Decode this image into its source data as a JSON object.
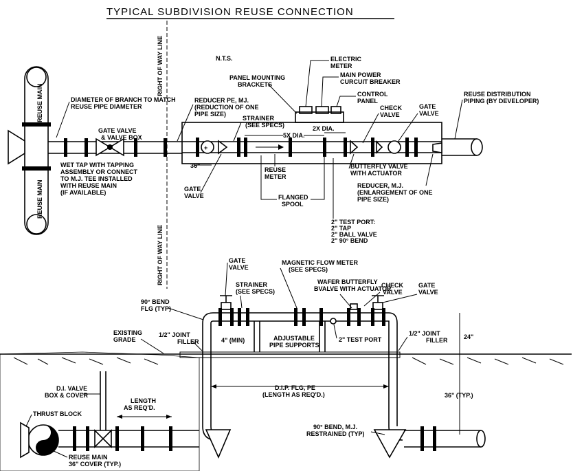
{
  "title": "TYPICAL SUBDIVISION REUSE CONNECTION",
  "nts": "N.T.S.",
  "row_line": "RIGHT OF WAY LINE",
  "reuse_main": "REUSE MAIN",
  "plan": {
    "branch_diameter": [
      "DIAMETER OF BRANCH TO MATCH",
      "REUSE PIPE DIAMETER"
    ],
    "gate_valve_box": [
      "GATE VALVE",
      "& VALVE BOX"
    ],
    "wet_tap": [
      "WET TAP WITH TAPPING",
      "ASSEMBLY OR CONNECT",
      "TO M.J. TEE INSTALLED",
      "WITH REUSE MAIN",
      "(IF AVAILABLE)"
    ],
    "reducer_pe": [
      "REDUCER PE, MJ.",
      "(REDUCTION OF ONE",
      "PIPE SIZE)"
    ],
    "panel_brackets": [
      "PANEL MOUNTING",
      "BRACKETS"
    ],
    "electric_meter": [
      "ELECTRIC",
      "METER"
    ],
    "main_power": [
      "MAIN POWER",
      "CURCUIT BREAKER"
    ],
    "control_panel": [
      "CONTROL",
      "PANEL"
    ],
    "check_valve": [
      "CHECK",
      "VALVE"
    ],
    "gate_valve": [
      "GATE",
      "VALVE"
    ],
    "reuse_distribution": [
      "REUSE DISTRIBUTION",
      "PIPING (BY DEVELOPER)"
    ],
    "strainer": [
      "STRAINER",
      "(SEE SPECS)"
    ],
    "five_x_dia": "5X DIA.",
    "two_x_dia": "2X DIA.",
    "dim_36": "36\"",
    "reuse_meter": [
      "REUSE",
      "METER"
    ],
    "butterfly_valve": [
      "BUTTERFLY VALVE",
      "WITH ACTUATOR"
    ],
    "reducer_mj": [
      "REDUCER, M.J.",
      "(ENLARGEMENT OF ONE",
      "PIPE SIZE)"
    ],
    "gate_valve_left": [
      "GATE",
      "VALVE"
    ],
    "flanged_spool": [
      "FLANGED",
      "SPOOL"
    ],
    "test_port": [
      "2\" TEST PORT:",
      "2\" TAP",
      "2\" BALL VALVE",
      "2\" 90° BEND"
    ]
  },
  "section": {
    "gate_valve": [
      "GATE",
      "VALVE"
    ],
    "magnetic_meter": [
      "MAGNETIC FLOW METER",
      "(SEE SPECS)"
    ],
    "strainer": [
      "STRAINER",
      "(SEE SPECS)"
    ],
    "wafer_butterfly": [
      "WAFER BUTTERFLY",
      "BVALVE WITH ACTUATOR"
    ],
    "check_valve": [
      "CHECK",
      "VALVE"
    ],
    "gate_valve_right": [
      "GATE",
      "VALVE"
    ],
    "bend_flg": [
      "90° BEND",
      "FLG (TYP)"
    ],
    "existing_grade": [
      "EXISTING",
      "GRADE"
    ],
    "joint_filler_left": [
      "1/2\" JOINT",
      "FILLER"
    ],
    "four_min": "4\" (MIN)",
    "adjustable_supports": [
      "ADJUSTABLE",
      "PIPE SUPPORTS"
    ],
    "test_port": "2\" TEST PORT",
    "joint_filler_right": [
      "1/2\" JOINT",
      "FILLER"
    ],
    "dim_24": "24\"",
    "dip_flg": [
      "D.I.P. FLG, PE",
      "(LENGTH AS REQ'D.)"
    ],
    "dim_36_typ": "36\" (TYP.)",
    "di_valve_box": [
      "D.I. VALVE",
      "BOX & COVER"
    ],
    "length_req": [
      "LENGTH",
      "AS REQ'D."
    ],
    "thrust_block": "THRUST BLOCK",
    "bend_mj": [
      "90° BEND, M.J.",
      "RESTRAINED (TYP)"
    ],
    "reuse_main_cover": [
      "REUSE MAIN",
      "36\" COVER (TYP.)"
    ]
  }
}
